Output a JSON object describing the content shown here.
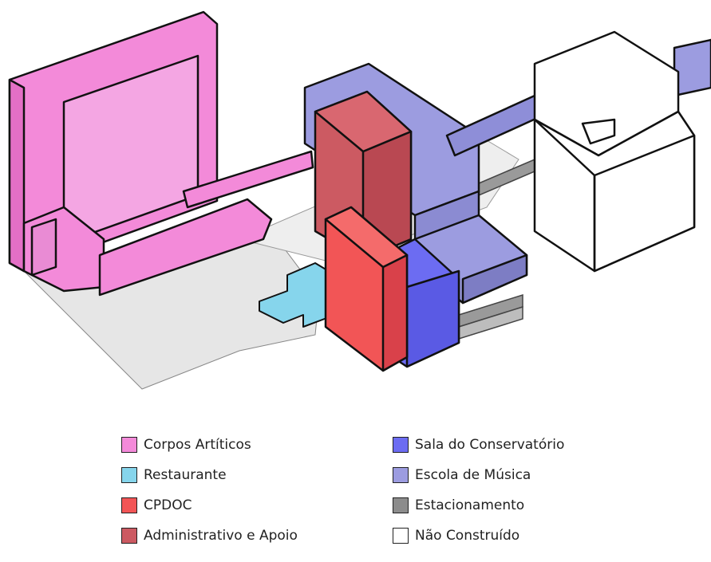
{
  "legend": {
    "left": [
      {
        "label": "Corpos Artíticos",
        "color": "#f38ad9"
      },
      {
        "label": "Restaurante",
        "color": "#86d5ec"
      },
      {
        "label": "CPDOC",
        "color": "#f25556"
      },
      {
        "label": "Administrativo e Apoio",
        "color": "#cc5a62"
      }
    ],
    "right": [
      {
        "label": "Sala do Conservatório",
        "color": "#6c6cf2"
      },
      {
        "label": "Escola de Música",
        "color": "#9c9ce0"
      },
      {
        "label": "Estacionamento",
        "color": "#8c8c8c"
      },
      {
        "label": "Não Construído",
        "color": "#ffffff"
      }
    ]
  }
}
